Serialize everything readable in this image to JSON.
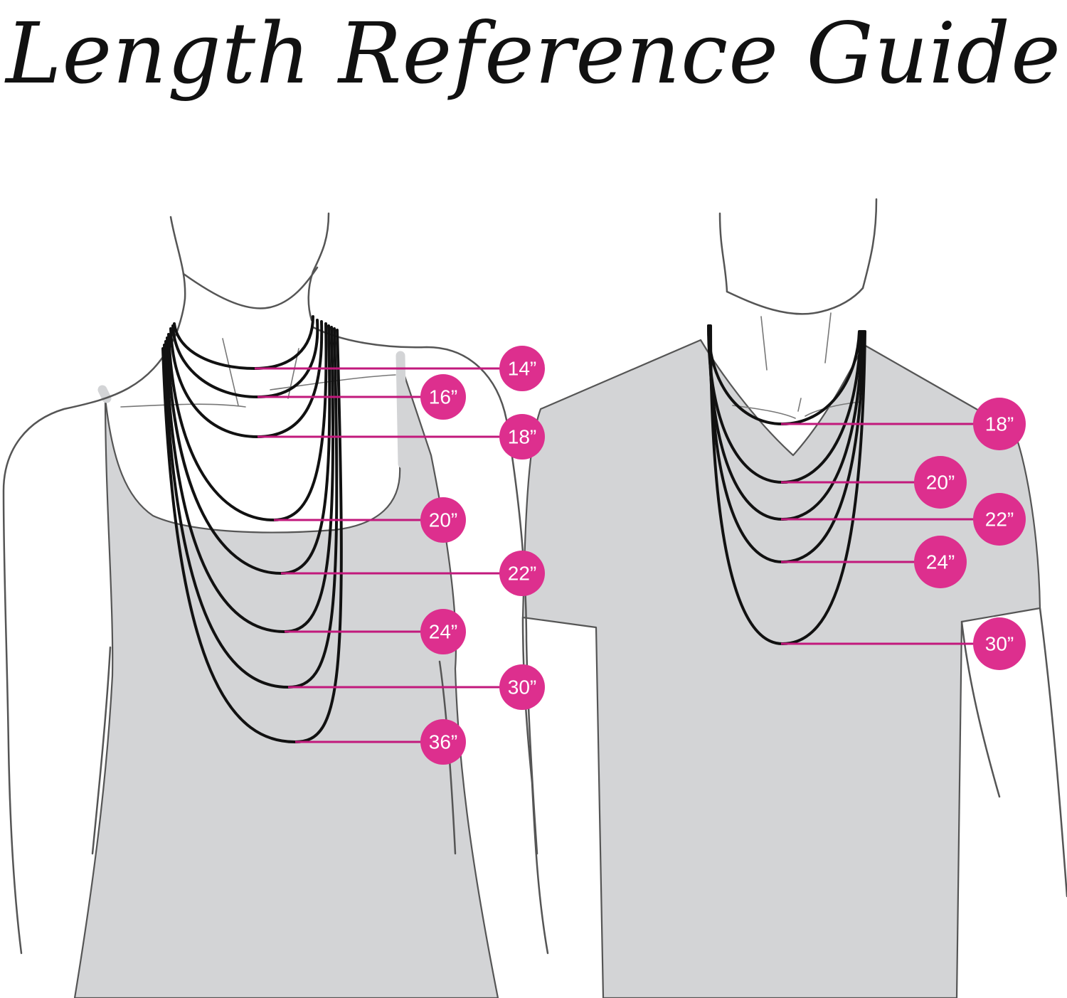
{
  "title": "Length Reference Guide",
  "colors": {
    "accent": "#dd2f8e",
    "leader": "#c2197c",
    "chain": "#111111",
    "garment": "#d3d4d6",
    "outline": "#555555"
  },
  "female": {
    "labels": [
      "14”",
      "16”",
      "18”",
      "20”",
      "22”",
      "24”",
      "30”",
      "36”"
    ]
  },
  "male": {
    "labels": [
      "18”",
      "20”",
      "22”",
      "24”",
      "30”"
    ]
  }
}
